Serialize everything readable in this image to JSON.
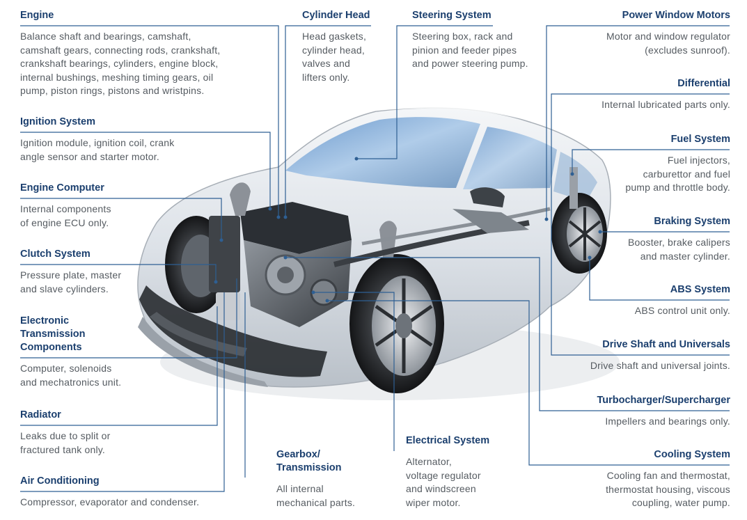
{
  "colors": {
    "heading": "#1b3f6e",
    "body_text": "#555b61",
    "leader_line": "#2e5f93",
    "car_body": "#dfe4ea"
  },
  "callouts": {
    "engine": {
      "title": "Engine",
      "text": "Balance shaft and bearings, camshaft,\ncamshaft gears, connecting rods, crankshaft,\ncrankshaft bearings, cylinders, engine block,\ninternal bushings, meshing timing gears, oil\npump, piston rings, pistons and wristpins."
    },
    "ignition": {
      "title": "Ignition System",
      "text": "Ignition module, ignition coil, crank\nangle sensor and starter motor."
    },
    "engine_computer": {
      "title": "Engine Computer",
      "text": "Internal components\nof engine ECU only."
    },
    "clutch": {
      "title": "Clutch System",
      "text": "Pressure plate, master\nand slave cylinders."
    },
    "electronic_transmission": {
      "title": "Electronic\nTransmission\nComponents",
      "text": "Computer, solenoids\nand mechatronics unit."
    },
    "radiator": {
      "title": "Radiator",
      "text": "Leaks due to split or\nfractured tank only."
    },
    "air_conditioning": {
      "title": "Air Conditioning",
      "text": "Compressor, evaporator and condenser."
    },
    "cylinder_head": {
      "title": "Cylinder Head",
      "text": "Head gaskets,\ncylinder head,\nvalves and\nlifters only."
    },
    "steering": {
      "title": "Steering System",
      "text": "Steering box, rack and\npinion and feeder pipes\nand power steering pump."
    },
    "gearbox": {
      "title": "Gearbox/\nTransmission",
      "text": "All internal\nmechanical parts."
    },
    "electrical": {
      "title": "Electrical System",
      "text": "Alternator,\nvoltage regulator\nand windscreen\nwiper motor."
    },
    "power_window": {
      "title": "Power Window Motors",
      "text": "Motor and window regulator\n(excludes sunroof)."
    },
    "differential": {
      "title": "Differential",
      "text": "Internal lubricated parts only."
    },
    "fuel": {
      "title": "Fuel System",
      "text": "Fuel injectors,\ncarburettor and fuel\npump and throttle body."
    },
    "braking": {
      "title": "Braking System",
      "text": "Booster, brake calipers\nand master cylinder."
    },
    "abs": {
      "title": "ABS System",
      "text": "ABS control unit only."
    },
    "drive_shaft": {
      "title": "Drive Shaft and Universals",
      "text": "Drive shaft and universal joints."
    },
    "turbo": {
      "title": "Turbocharger/Supercharger",
      "text": "Impellers and bearings only."
    },
    "cooling": {
      "title": "Cooling System",
      "text": "Cooling fan and thermostat,\nthermostat housing, viscous\ncoupling, water pump."
    }
  }
}
